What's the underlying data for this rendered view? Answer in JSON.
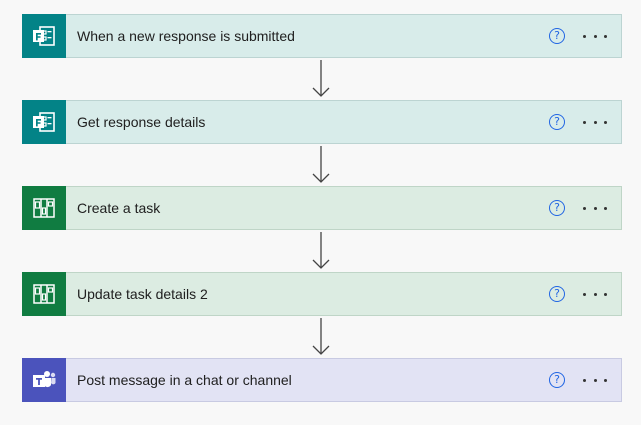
{
  "steps": [
    {
      "label": "When a new response is submitted",
      "app": "forms",
      "icon": "forms-icon",
      "color": "#038387",
      "help": "?"
    },
    {
      "label": "Get response details",
      "app": "forms",
      "icon": "forms-icon",
      "color": "#038387",
      "help": "?"
    },
    {
      "label": "Create a task",
      "app": "planner",
      "icon": "planner-icon",
      "color": "#107c41",
      "help": "?"
    },
    {
      "label": "Update task details 2",
      "app": "planner",
      "icon": "planner-icon",
      "color": "#107c41",
      "help": "?"
    },
    {
      "label": "Post message in a chat or channel",
      "app": "teams",
      "icon": "teams-icon",
      "color": "#4b53bc",
      "help": "?"
    }
  ]
}
